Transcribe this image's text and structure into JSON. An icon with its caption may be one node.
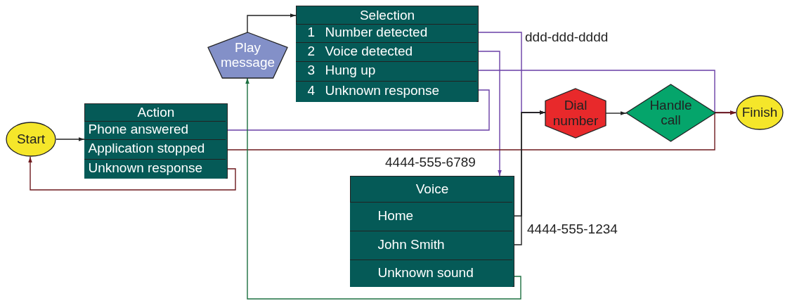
{
  "diagram": {
    "nodes": [
      {
        "text": [
          "Start"
        ]
      },
      {
        "text": [
          "Action"
        ]
      },
      {
        "text": [
          "Phone answered"
        ],
        "in": 1
      },
      {
        "text": [
          "Application stopped"
        ],
        "in": 1
      },
      {
        "text": [
          "Unknown response"
        ],
        "in": 1
      },
      {
        "text": [
          "Play message"
        ]
      },
      {
        "text": [
          "Selection"
        ]
      },
      {
        "text": [
          "1",
          "Number detected"
        ],
        "in": 6
      },
      {
        "text": [
          "2",
          "Voice detected"
        ],
        "in": 6
      },
      {
        "text": [
          "3",
          "Hung up"
        ],
        "in": 6
      },
      {
        "text": [
          "4",
          "Unknown response"
        ],
        "in": 6
      },
      {
        "text": [
          "Dial number"
        ]
      },
      {
        "text": [
          "Handle call"
        ]
      },
      {
        "text": [
          "Finish"
        ]
      },
      {
        "text": [
          "Voice"
        ]
      },
      {
        "text": [
          "Home"
        ],
        "in": 14
      },
      {
        "text": [
          "John Smith"
        ],
        "in": 14
      },
      {
        "text": [
          "Unknown sound"
        ],
        "in": 14
      }
    ],
    "edges": [
      {
        "from": 0,
        "to": 1,
        "arrow": "to"
      },
      {
        "from": 5,
        "to": 6,
        "arrow": "to"
      },
      {
        "from": 2,
        "to": 10,
        "arrow": "none",
        "color": "#6a3fa6"
      },
      {
        "from": 4,
        "to": 0,
        "arrow": "to",
        "color": "#6e1a1e"
      },
      {
        "from": 7,
        "to": 11,
        "arrow": "to",
        "color": "#6a3fa6"
      },
      {
        "from": 8,
        "to": 14,
        "arrow": "to",
        "color": "#6a3fa6"
      },
      {
        "from": 9,
        "to": 13,
        "arrow": "to",
        "color": "#6a3fa6"
      },
      {
        "from": 3,
        "to": 13,
        "arrow": "to",
        "color": "#6e1a1e"
      },
      {
        "from": 11,
        "to": 12,
        "arrow": "to"
      },
      {
        "from": 12,
        "to": 13,
        "arrow": "to",
        "color": "#6e1a1e"
      },
      {
        "from": 15,
        "to": 11,
        "arrow": "to"
      },
      {
        "from": 16,
        "to": 11,
        "arrow": "to"
      },
      {
        "from": 17,
        "to": 5,
        "arrow": "to",
        "color": "#1d7040"
      }
    ],
    "labels": [
      "ddd-ddd-dddd",
      "4444-555-6789",
      "4444-555-1234"
    ]
  }
}
